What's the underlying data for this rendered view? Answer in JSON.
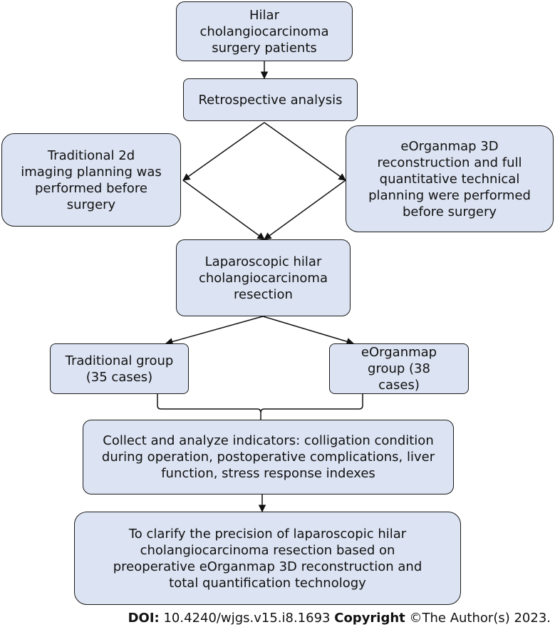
{
  "nodes": {
    "patients": "Hilar cholangiocarcinoma surgery patients",
    "retrospective": "Retrospective analysis",
    "traditional_planning": "Traditional 2d imaging planning was performed before surgery",
    "eorganmap_planning": "eOrganmap 3D reconstruction and full quantitative technical planning were performed before surgery",
    "resection": "Laparoscopic hilar cholangiocarcinoma resection",
    "traditional_group": "Traditional group (35 cases)",
    "eorganmap_group": "eOrganmap group (38 cases)",
    "indicators": "Collect and analyze indicators: colligation condition during operation, postoperative complications, liver function, stress response indexes",
    "conclusion": "To clarify the precision of laparoscopic hilar cholangiocarcinoma resection based on preoperative eOrganmap 3D reconstruction and total quantification technology"
  },
  "footer": {
    "doi_label": "DOI:",
    "doi_value": "10.4240/wjgs.v15.i8.1693",
    "copyright_label": "Copyright",
    "copyright_value": "©The Author(s) 2023."
  }
}
